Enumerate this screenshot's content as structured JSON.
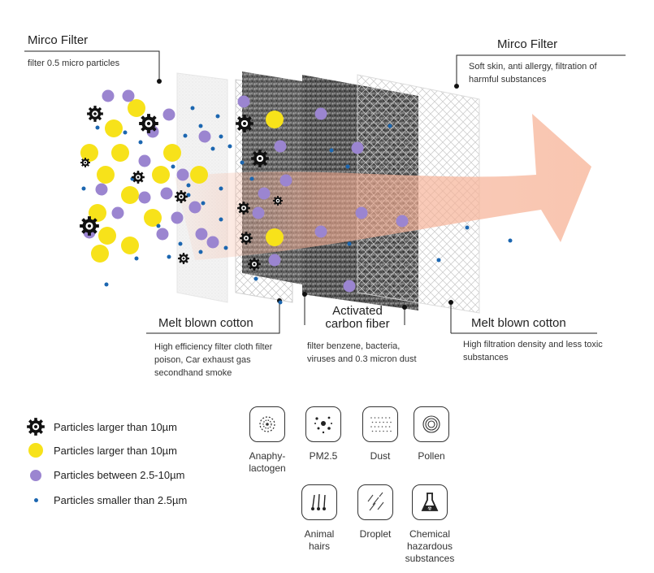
{
  "layers": {
    "top_left": {
      "title": "Mirco Filter",
      "desc": "filter 0.5 micro particles"
    },
    "top_right": {
      "title": "Mirco Filter",
      "desc": "Soft skin, anti allergy, filtration of harmful substances"
    },
    "bottom_1": {
      "title": "Melt blown cotton",
      "desc": "High efficiency filter cloth filter poison, Car exhaust gas secondhand smoke"
    },
    "bottom_2": {
      "title": "Activated carbon fiber",
      "desc": "filter benzene, bacteria, viruses and 0.3 micron dust"
    },
    "bottom_3": {
      "title": "Melt blown cotton",
      "desc": "High filtration density and less toxic substances"
    }
  },
  "legend": [
    {
      "symbol": "gear-black",
      "label": "Particles larger than 10µm"
    },
    {
      "symbol": "circle-yellow",
      "label": "Particles larger than 10µm"
    },
    {
      "symbol": "circle-purple",
      "label": "Particles between 2.5-10µm"
    },
    {
      "symbol": "dot-blue",
      "label": "Particles smaller than 2.5µm"
    }
  ],
  "pollutants": [
    {
      "icon": "anaphylactogen-icon",
      "label": "Anaphy- lactogen"
    },
    {
      "icon": "pm25-icon",
      "label": "PM2.5"
    },
    {
      "icon": "dust-icon",
      "label": "Dust"
    },
    {
      "icon": "pollen-icon",
      "label": "Pollen"
    },
    {
      "icon": "animal-hairs-icon",
      "label": "Animal hairs"
    },
    {
      "icon": "droplet-icon",
      "label": "Droplet"
    },
    {
      "icon": "chemical-icon",
      "label": "Chemical hazardous substances"
    }
  ],
  "colors": {
    "yellow_particle": "#f7e21a",
    "purple_particle": "#9b85d0",
    "blue_particle": "#1b66b0",
    "arrow": "#f6b39a",
    "carbon_layer": "#4a4a4a"
  }
}
